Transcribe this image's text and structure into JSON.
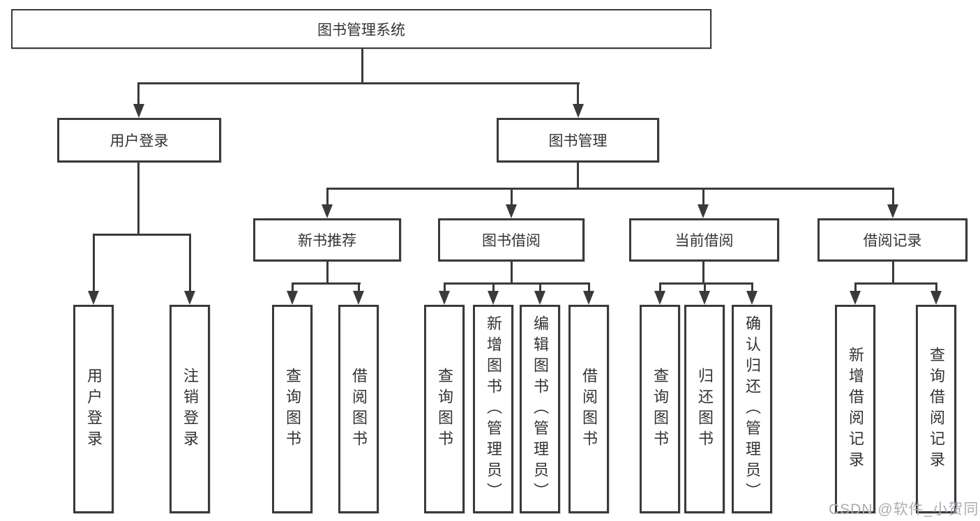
{
  "diagram": {
    "root_label": "图书管理系统",
    "branches": [
      {
        "label": "用户登录",
        "leaves": [
          "用户登录",
          "注销登录"
        ]
      },
      {
        "label": "图书管理",
        "groups": [
          {
            "label": "新书推荐",
            "leaves": [
              "查询图书",
              "借阅图书"
            ]
          },
          {
            "label": "图书借阅",
            "leaves": [
              "查询图书",
              "新增图书（管理员）",
              "编辑图书（管理员）",
              "借阅图书"
            ]
          },
          {
            "label": "当前借阅",
            "leaves": [
              "查询图书",
              "归还图书",
              "确认归还（管理员）"
            ]
          },
          {
            "label": "借阅记录",
            "leaves": [
              "新增借阅记录",
              "查询借阅记录"
            ]
          }
        ]
      }
    ],
    "watermark": "CSDN @软件_小贺同学",
    "colors": {
      "line": "#3a3a3a",
      "text": "#333333",
      "watermark": "#a8adb5",
      "background": "#ffffff"
    }
  }
}
